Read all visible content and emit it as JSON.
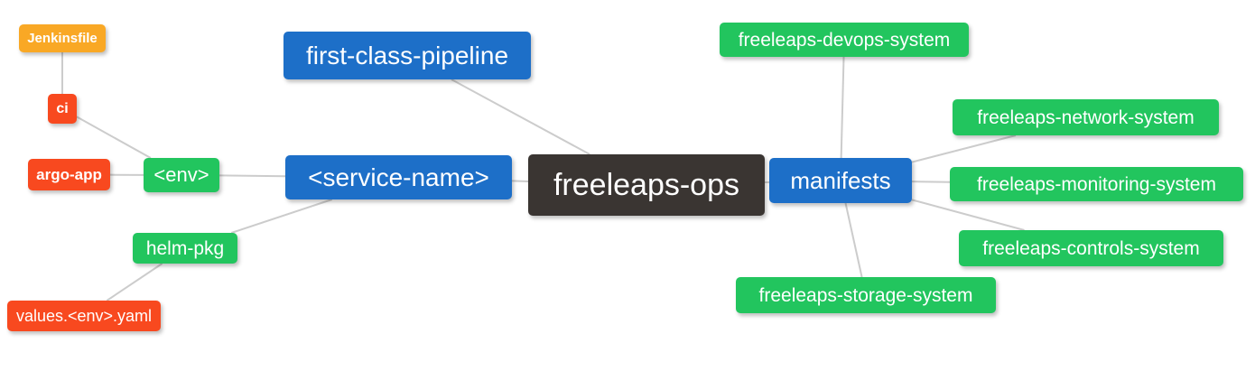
{
  "diagram": {
    "type": "mindmap",
    "root": "freeleaps_ops",
    "nodes": {
      "freeleaps_ops": {
        "label": "freeleaps-ops",
        "color": "dark",
        "role": "root"
      },
      "first_class_pipeline": {
        "label": "first-class-pipeline",
        "color": "blue",
        "role": "branch"
      },
      "service_name": {
        "label": "<service-name>",
        "color": "blue",
        "role": "branch"
      },
      "manifests": {
        "label": "manifests",
        "color": "blue",
        "role": "branch"
      },
      "env": {
        "label": "<env>",
        "color": "green",
        "role": "leaf"
      },
      "helm_pkg": {
        "label": "helm-pkg",
        "color": "green",
        "role": "leaf"
      },
      "argo_app": {
        "label": "argo-app",
        "color": "red",
        "role": "leaf"
      },
      "ci": {
        "label": "ci",
        "color": "red",
        "role": "leaf"
      },
      "jenkinsfile": {
        "label": "Jenkinsfile",
        "color": "orange",
        "role": "leaf"
      },
      "values_env_yaml": {
        "label": "values.<env>.yaml",
        "color": "red",
        "role": "leaf"
      },
      "devops_system": {
        "label": "freeleaps-devops-system",
        "color": "green",
        "role": "leaf"
      },
      "network_system": {
        "label": "freeleaps-network-system",
        "color": "green",
        "role": "leaf"
      },
      "monitoring_system": {
        "label": "freeleaps-monitoring-system",
        "color": "green",
        "role": "leaf"
      },
      "controls_system": {
        "label": "freeleaps-controls-system",
        "color": "green",
        "role": "leaf"
      },
      "storage_system": {
        "label": "freeleaps-storage-system",
        "color": "green",
        "role": "leaf"
      }
    },
    "edges": [
      [
        "jenkinsfile",
        "ci"
      ],
      [
        "ci",
        "env"
      ],
      [
        "argo_app",
        "env"
      ],
      [
        "env",
        "service_name"
      ],
      [
        "helm_pkg",
        "service_name"
      ],
      [
        "values_env_yaml",
        "helm_pkg"
      ],
      [
        "first_class_pipeline",
        "freeleaps_ops"
      ],
      [
        "service_name",
        "freeleaps_ops"
      ],
      [
        "freeleaps_ops",
        "manifests"
      ],
      [
        "manifests",
        "devops_system"
      ],
      [
        "manifests",
        "network_system"
      ],
      [
        "manifests",
        "monitoring_system"
      ],
      [
        "manifests",
        "controls_system"
      ],
      [
        "manifests",
        "storage_system"
      ]
    ],
    "colors": {
      "root_bg": "#3a3532",
      "branch_blue": "#1d6fc8",
      "leaf_green": "#22c55e",
      "leaf_orange": "#f9a825",
      "leaf_red": "#f8491f",
      "edge_gray": "#cccccc",
      "node_text": "#ffffff",
      "canvas_bg": "#ffffff"
    }
  }
}
